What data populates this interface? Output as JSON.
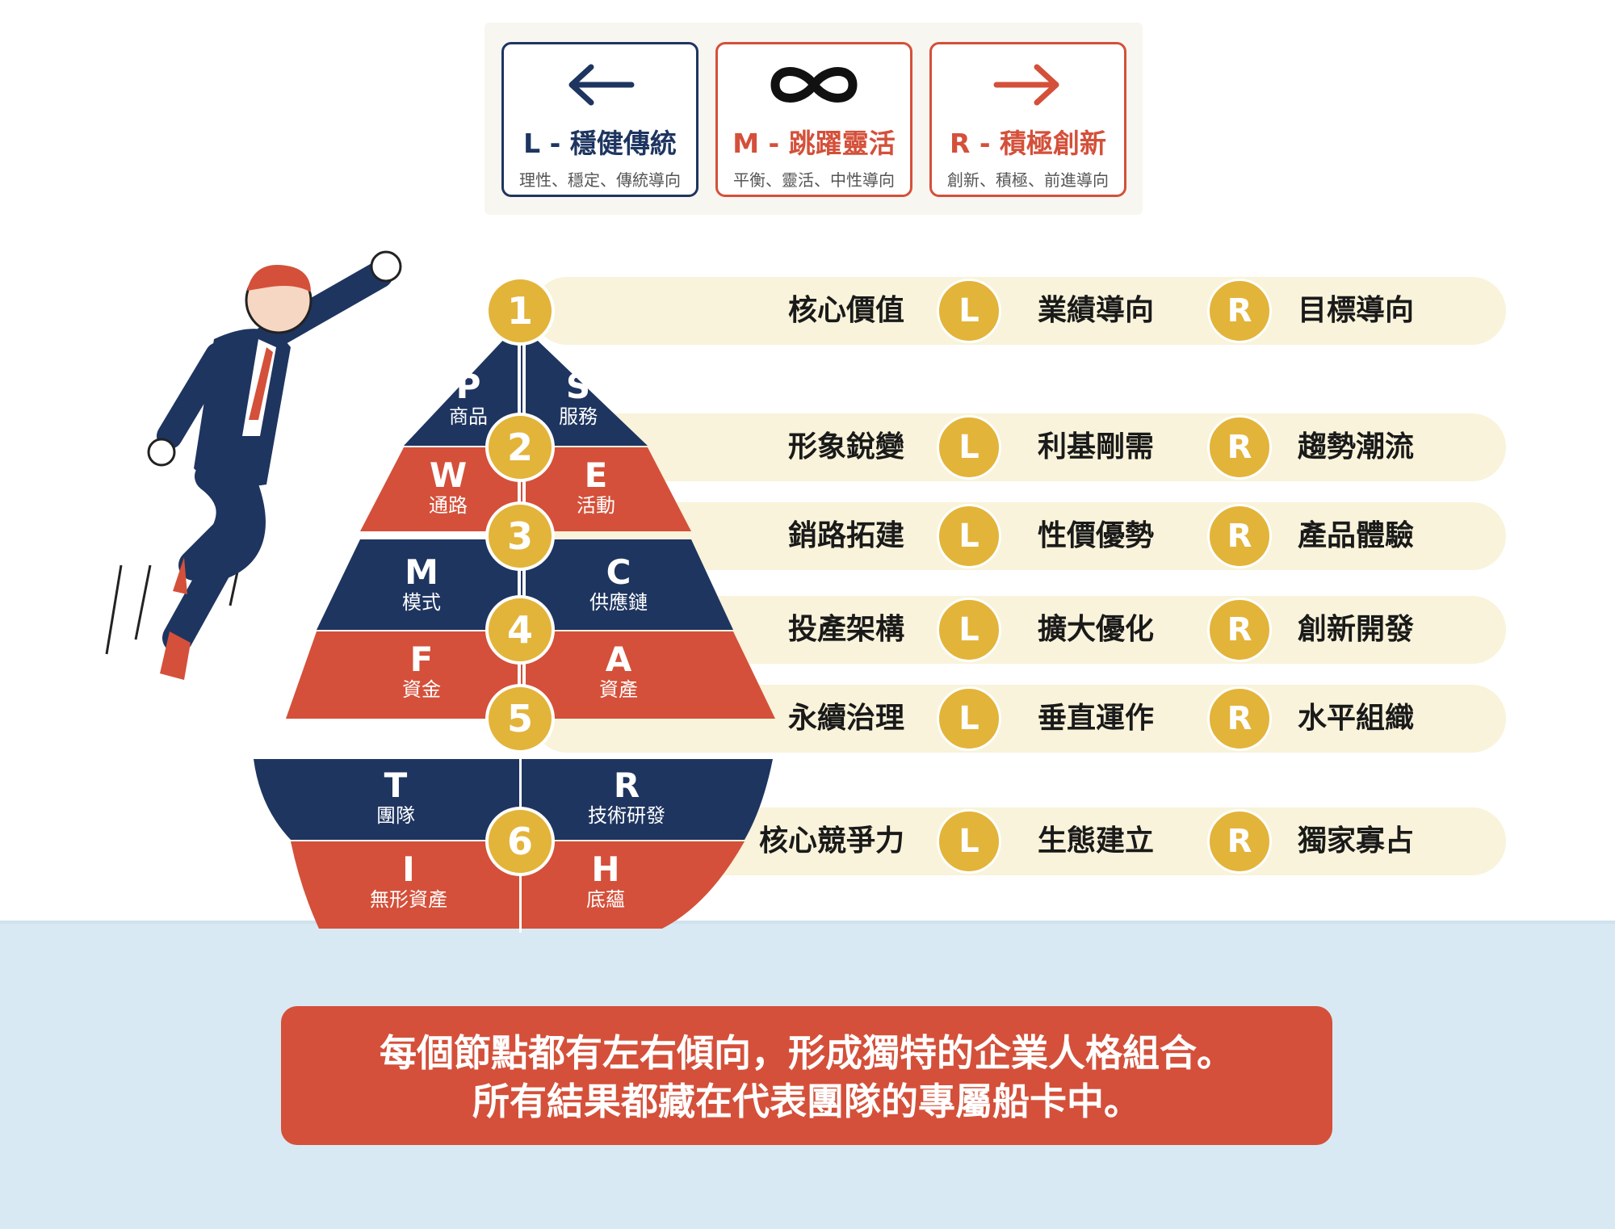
{
  "legend": [
    {
      "icon": "arrow-left-icon",
      "title": "L - 穩健傳統",
      "subtitle": "理性、穩定、傳統導向",
      "color": "#1e3560"
    },
    {
      "icon": "infinity-icon",
      "title": "M - 跳躍靈活",
      "subtitle": "平衡、靈活、中性導向",
      "color": "#d4503a"
    },
    {
      "icon": "arrow-right-icon",
      "title": "R - 積極創新",
      "subtitle": "創新、積極、前進導向",
      "color": "#d4503a"
    }
  ],
  "rows": [
    {
      "label": "核心價值",
      "l_badge": "L",
      "l_value": "業績導向",
      "r_badge": "R",
      "r_value": "目標導向"
    },
    {
      "label": "形象銳變",
      "l_badge": "L",
      "l_value": "利基剛需",
      "r_badge": "R",
      "r_value": "趨勢潮流"
    },
    {
      "label": "銷路拓建",
      "l_badge": "L",
      "l_value": "性價優勢",
      "r_badge": "R",
      "r_value": "產品體驗"
    },
    {
      "label": "投產架構",
      "l_badge": "L",
      "l_value": "擴大優化",
      "r_badge": "R",
      "r_value": "創新開發"
    },
    {
      "label": "永續治理",
      "l_badge": "L",
      "l_value": "垂直運作",
      "r_badge": "R",
      "r_value": "水平組織"
    },
    {
      "label": "核心競爭力",
      "l_badge": "L",
      "l_value": "生態建立",
      "r_badge": "R",
      "r_value": "獨家寡占"
    }
  ],
  "nodes": [
    "1",
    "2",
    "3",
    "4",
    "5",
    "6"
  ],
  "pyramid": [
    {
      "left": {
        "code": "P",
        "name": "商品"
      },
      "right": {
        "code": "S",
        "name": "服務"
      },
      "color": "#1e3560"
    },
    {
      "left": {
        "code": "W",
        "name": "通路"
      },
      "right": {
        "code": "E",
        "name": "活動"
      },
      "color": "#d4503a"
    },
    {
      "left": {
        "code": "M",
        "name": "模式"
      },
      "right": {
        "code": "C",
        "name": "供應鏈"
      },
      "color": "#1e3560"
    },
    {
      "left": {
        "code": "F",
        "name": "資金"
      },
      "right": {
        "code": "A",
        "name": "資產"
      },
      "color": "#d4503a"
    },
    {
      "left": {
        "code": "T",
        "name": "團隊"
      },
      "right": {
        "code": "R",
        "name": "技術研發"
      },
      "color": "#1e3560"
    },
    {
      "left": {
        "code": "I",
        "name": "無形資產"
      },
      "right": {
        "code": "H",
        "name": "底蘊"
      },
      "color": "#d4503a"
    }
  ],
  "message": {
    "line1": "每個節點都有左右傾向，形成獨特的企業人格組合。",
    "line2": "所有結果都藏在代表團隊的專屬船卡中。"
  },
  "colors": {
    "navy": "#1e3560",
    "red": "#d4503a",
    "gold": "#e3b43a",
    "row_bg": "#f8f3da",
    "sea": "#d9e9f3"
  }
}
